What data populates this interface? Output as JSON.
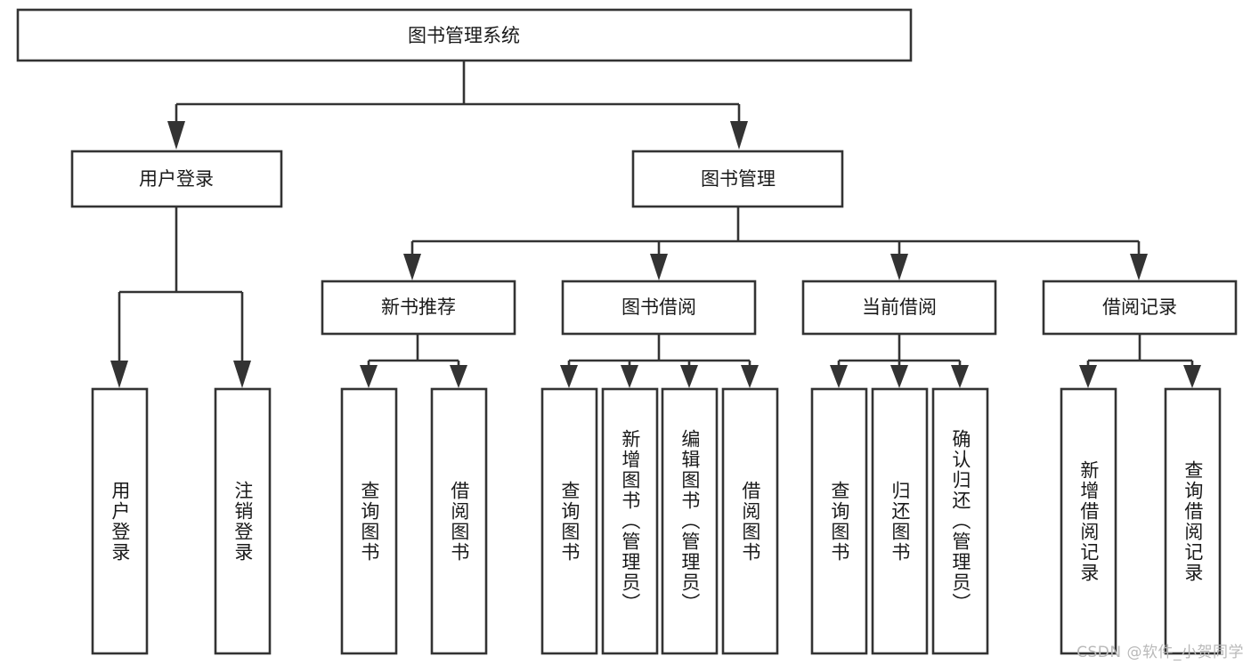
{
  "diagram": {
    "type": "tree-hierarchy-chart",
    "title": "图书管理系统",
    "watermark": "CSDN @软件_小贺同学",
    "colors": {
      "stroke": "#333333",
      "fill": "#ffffff",
      "text": "#1a1a1a",
      "watermark": "#b9b9b9"
    },
    "levels": {
      "level1": [
        {
          "id": "root",
          "label": "图书管理系统"
        }
      ],
      "level2": [
        {
          "id": "user-login",
          "label": "用户登录"
        },
        {
          "id": "book-manage",
          "label": "图书管理"
        }
      ],
      "level3": [
        {
          "id": "new-book-rec",
          "label": "新书推荐"
        },
        {
          "id": "book-borrow",
          "label": "图书借阅"
        },
        {
          "id": "current-borrow",
          "label": "当前借阅"
        },
        {
          "id": "borrow-record",
          "label": "借阅记录"
        }
      ],
      "level4": [
        {
          "id": "leaf-user-login",
          "label": "用户登录",
          "parent": "user-login"
        },
        {
          "id": "leaf-logout",
          "label": "注销登录",
          "parent": "user-login"
        },
        {
          "id": "leaf-query-book-1",
          "label": "查询图书",
          "parent": "new-book-rec"
        },
        {
          "id": "leaf-borrow-book-1",
          "label": "借阅图书",
          "parent": "new-book-rec"
        },
        {
          "id": "leaf-query-book-2",
          "label": "查询图书",
          "parent": "book-borrow"
        },
        {
          "id": "leaf-add-book",
          "label": "新增图书（管理员）",
          "parent": "book-borrow"
        },
        {
          "id": "leaf-edit-book",
          "label": "编辑图书（管理员）",
          "parent": "book-borrow"
        },
        {
          "id": "leaf-borrow-book-2",
          "label": "借阅图书",
          "parent": "book-borrow"
        },
        {
          "id": "leaf-query-book-3",
          "label": "查询图书",
          "parent": "current-borrow"
        },
        {
          "id": "leaf-return-book",
          "label": "归还图书",
          "parent": "current-borrow"
        },
        {
          "id": "leaf-confirm-return",
          "label": "确认归还（管理员）",
          "parent": "current-borrow"
        },
        {
          "id": "leaf-add-record",
          "label": "新增借阅记录",
          "parent": "borrow-record"
        },
        {
          "id": "leaf-query-record",
          "label": "查询借阅记录",
          "parent": "borrow-record"
        }
      ]
    }
  }
}
